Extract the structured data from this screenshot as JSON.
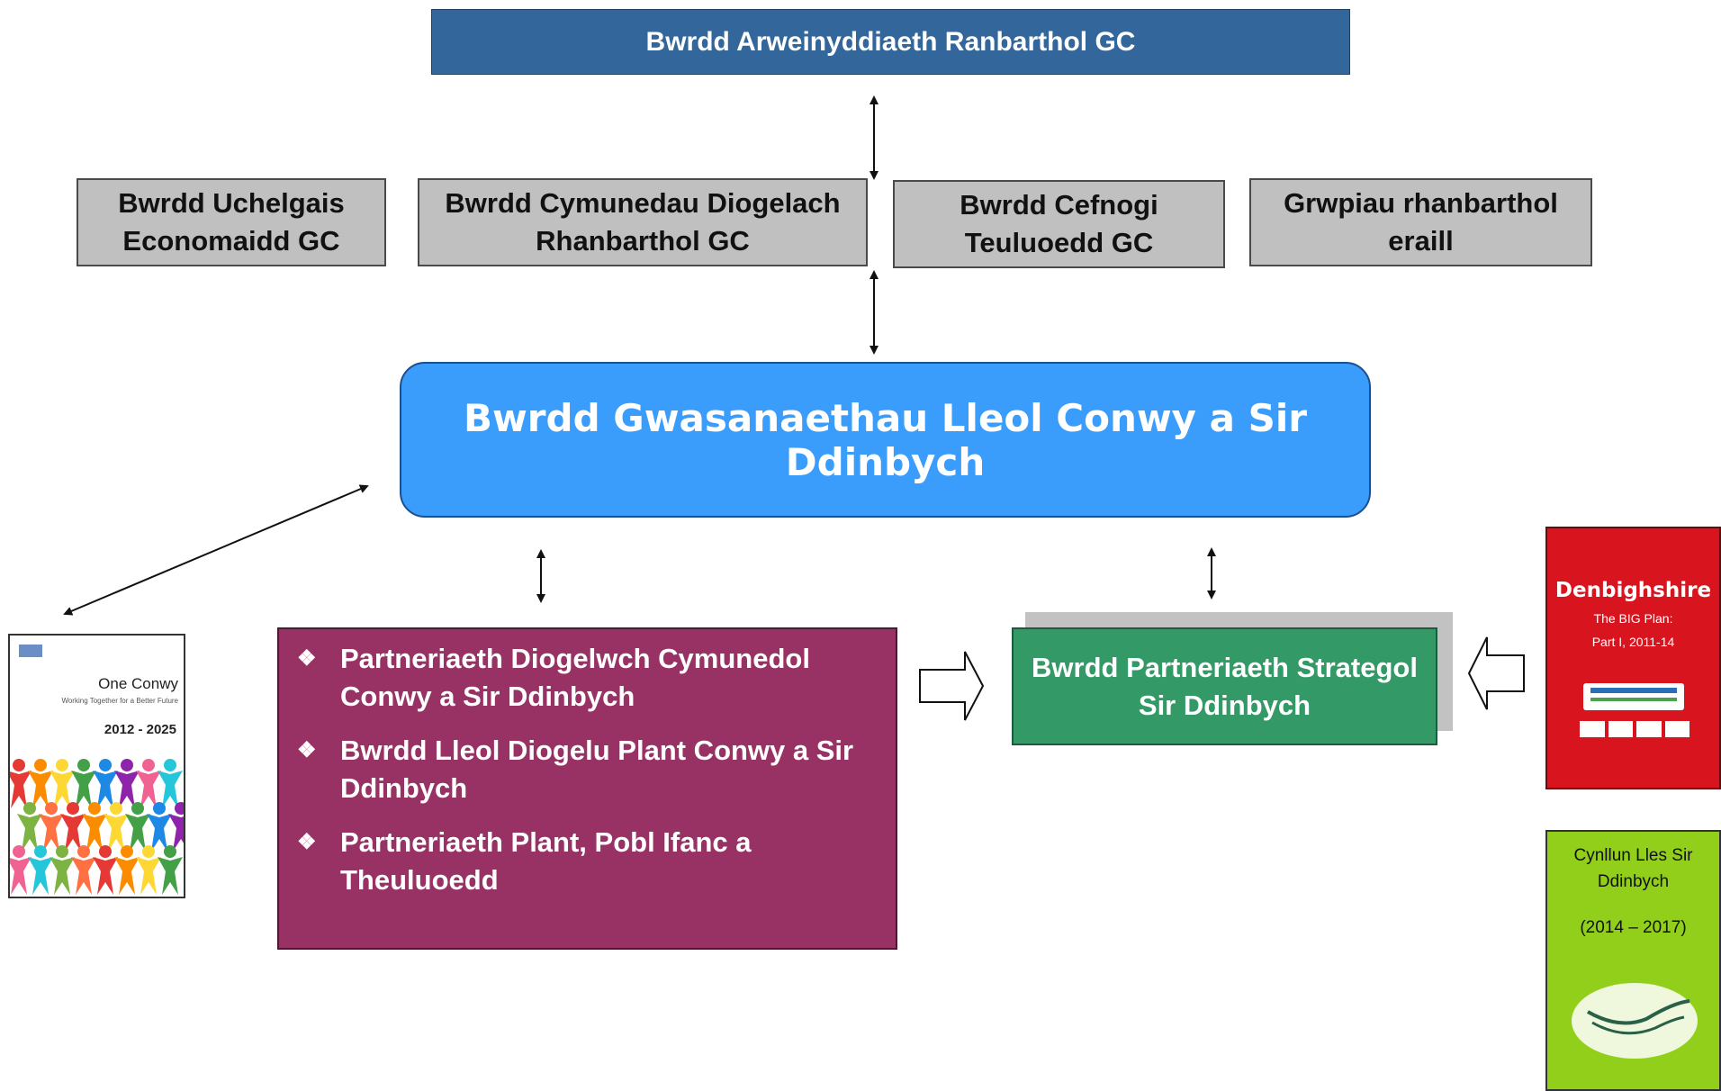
{
  "top_board": "Bwrdd Arweinyddiaeth Ranbarthol GC",
  "regional_boards": [
    "Bwrdd Uchelgais Economaidd GC",
    "Bwrdd Cymunedau Diogelach Rhanbarthol GC",
    "Bwrdd Cefnogi Teuluoedd GC",
    "Grwpiau rhanbarthol eraill"
  ],
  "main_board": "Bwrdd Gwasanaethau Lleol Conwy a Sir Ddinbych",
  "partnerships": [
    "Partneriaeth Diogelwch Cymunedol Conwy a Sir Ddinbych",
    "Bwrdd Lleol Diogelu Plant Conwy a Sir Ddinbych",
    "Partneriaeth Plant, Pobl Ifanc a Theuluoedd"
  ],
  "strategic_board": "Bwrdd Partneriaeth Strategol Sir Ddinbych",
  "doc_conwy": {
    "title": "One Conwy",
    "subtitle": "Working Together for a Better Future",
    "years": "2012 - 2025"
  },
  "doc_denbighshire": {
    "title": "Denbighshire",
    "subtitle": "The BIG Plan:",
    "part": "Part I, 2011-14"
  },
  "doc_lles": {
    "title": "Cynllun Lles Sir Ddinbych",
    "years": "(2014 – 2017)"
  },
  "colors": {
    "top": "#33669a",
    "grey": "#c0c0c0",
    "main": "#3a9dfb",
    "purple": "#983264",
    "green": "#339966",
    "red_doc": "#d8141e",
    "lime_doc": "#92cf1b"
  }
}
